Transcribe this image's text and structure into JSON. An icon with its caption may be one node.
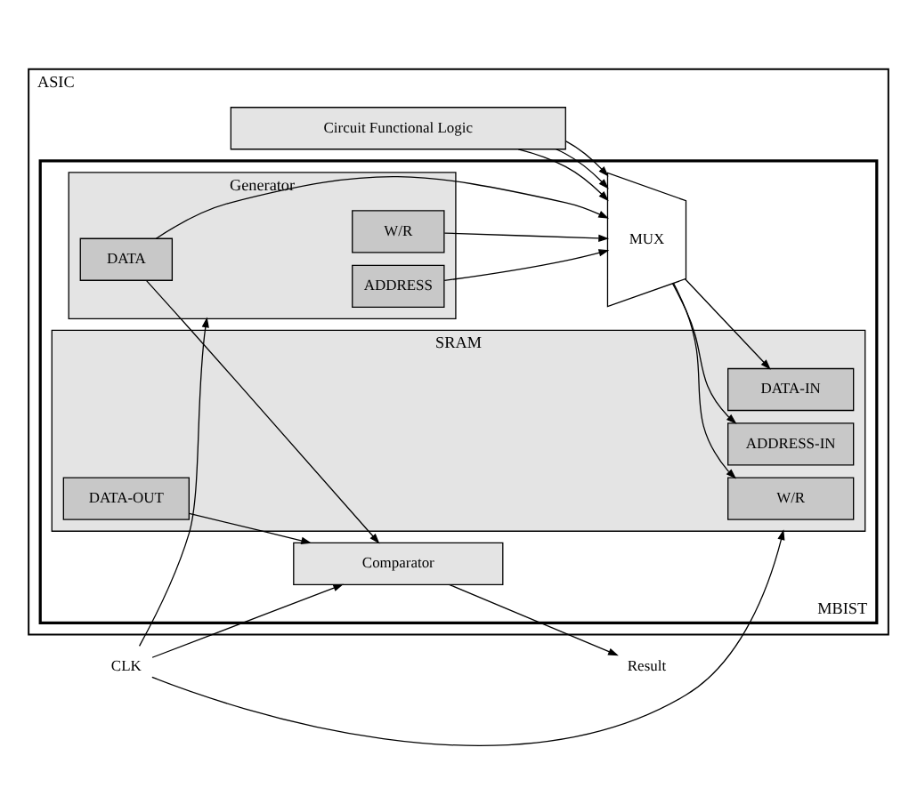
{
  "diagram": {
    "nodes": [
      {
        "text": [
          "ASIC"
        ]
      },
      {
        "text": [
          "Circuit Functional Logic"
        ],
        "in": 0
      },
      {
        "text": [
          "MBIST"
        ],
        "in": 0
      },
      {
        "text": [
          "Generator"
        ],
        "in": 2
      },
      {
        "text": [
          "W/R"
        ],
        "in": 3
      },
      {
        "text": [
          "ADDRESS"
        ],
        "in": 3
      },
      {
        "text": [
          "DATA"
        ],
        "in": 3
      },
      {
        "text": [
          "MUX"
        ],
        "in": 2
      },
      {
        "text": [
          "SRAM"
        ],
        "in": 2
      },
      {
        "text": [
          "W/R"
        ],
        "in": 8
      },
      {
        "text": [
          "ADDRESS-IN"
        ],
        "in": 8
      },
      {
        "text": [
          "DATA-IN"
        ],
        "in": 8
      },
      {
        "text": [
          "DATA-OUT"
        ],
        "in": 8
      },
      {
        "text": [
          "Comparator"
        ],
        "in": 2
      },
      {
        "text": [
          "CLK"
        ]
      },
      {
        "text": [
          "Result"
        ]
      }
    ],
    "edges": [
      {
        "from": 1,
        "to": 7,
        "arrow": "to"
      },
      {
        "from": 1,
        "to": 7,
        "arrow": "to"
      },
      {
        "from": 1,
        "to": 7,
        "arrow": "to"
      },
      {
        "from": 4,
        "to": 7,
        "arrow": "to"
      },
      {
        "from": 5,
        "to": 7,
        "arrow": "to"
      },
      {
        "from": 6,
        "to": 7,
        "arrow": "to"
      },
      {
        "from": 7,
        "to": 9,
        "arrow": "to"
      },
      {
        "from": 7,
        "to": 10,
        "arrow": "to"
      },
      {
        "from": 7,
        "to": 11,
        "arrow": "to"
      },
      {
        "from": 6,
        "to": 13,
        "arrow": "to"
      },
      {
        "from": 12,
        "to": 13,
        "arrow": "to"
      },
      {
        "from": 14,
        "to": 3,
        "arrow": "to"
      },
      {
        "from": 14,
        "to": 8,
        "arrow": "to"
      },
      {
        "from": 14,
        "to": 13,
        "arrow": "to"
      },
      {
        "from": 13,
        "to": 15,
        "arrow": "to"
      }
    ]
  }
}
